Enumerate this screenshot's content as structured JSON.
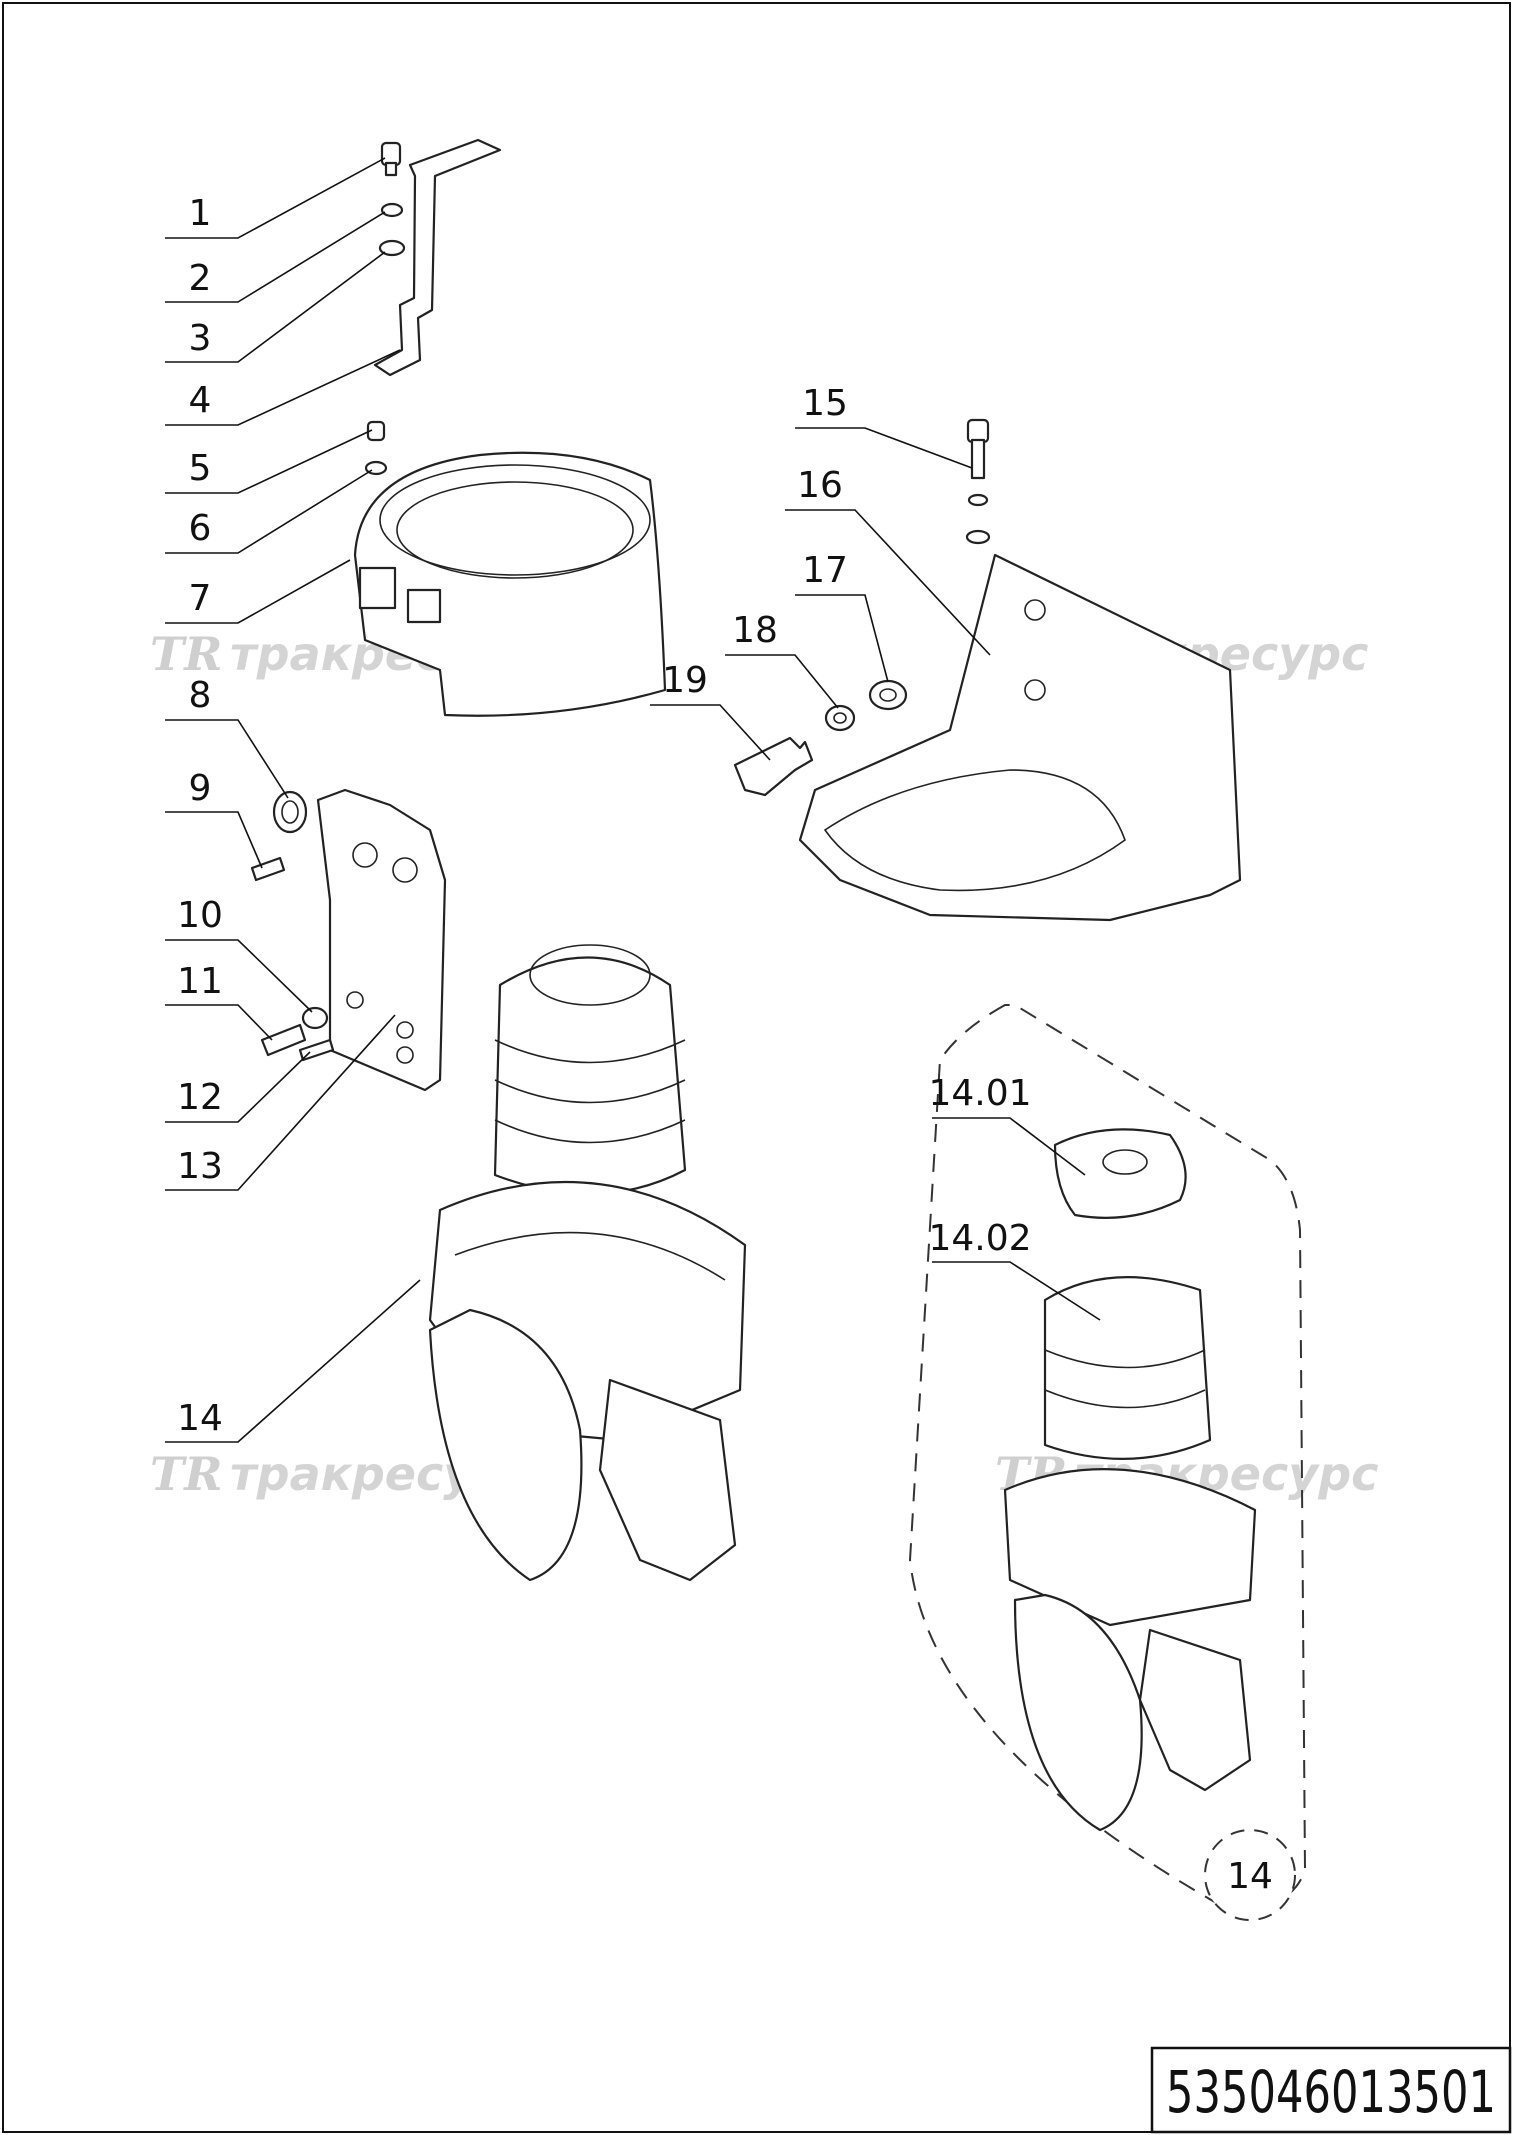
{
  "callouts": [
    {
      "n": "1"
    },
    {
      "n": "2"
    },
    {
      "n": "3"
    },
    {
      "n": "4"
    },
    {
      "n": "5"
    },
    {
      "n": "6"
    },
    {
      "n": "7"
    },
    {
      "n": "8"
    },
    {
      "n": "9"
    },
    {
      "n": "10"
    },
    {
      "n": "11"
    },
    {
      "n": "12"
    },
    {
      "n": "13"
    },
    {
      "n": "14"
    },
    {
      "n": "15"
    },
    {
      "n": "16"
    },
    {
      "n": "17"
    },
    {
      "n": "18"
    },
    {
      "n": "19"
    },
    {
      "n": "14.01"
    },
    {
      "n": "14.02"
    }
  ],
  "assembly_ref": "14",
  "watermark": {
    "logo": "TR",
    "text": "тракресурс"
  },
  "document_number": "535046013501",
  "colors": {
    "line": "#222222",
    "watermark": "#d4d4d4",
    "background": "#ffffff"
  }
}
